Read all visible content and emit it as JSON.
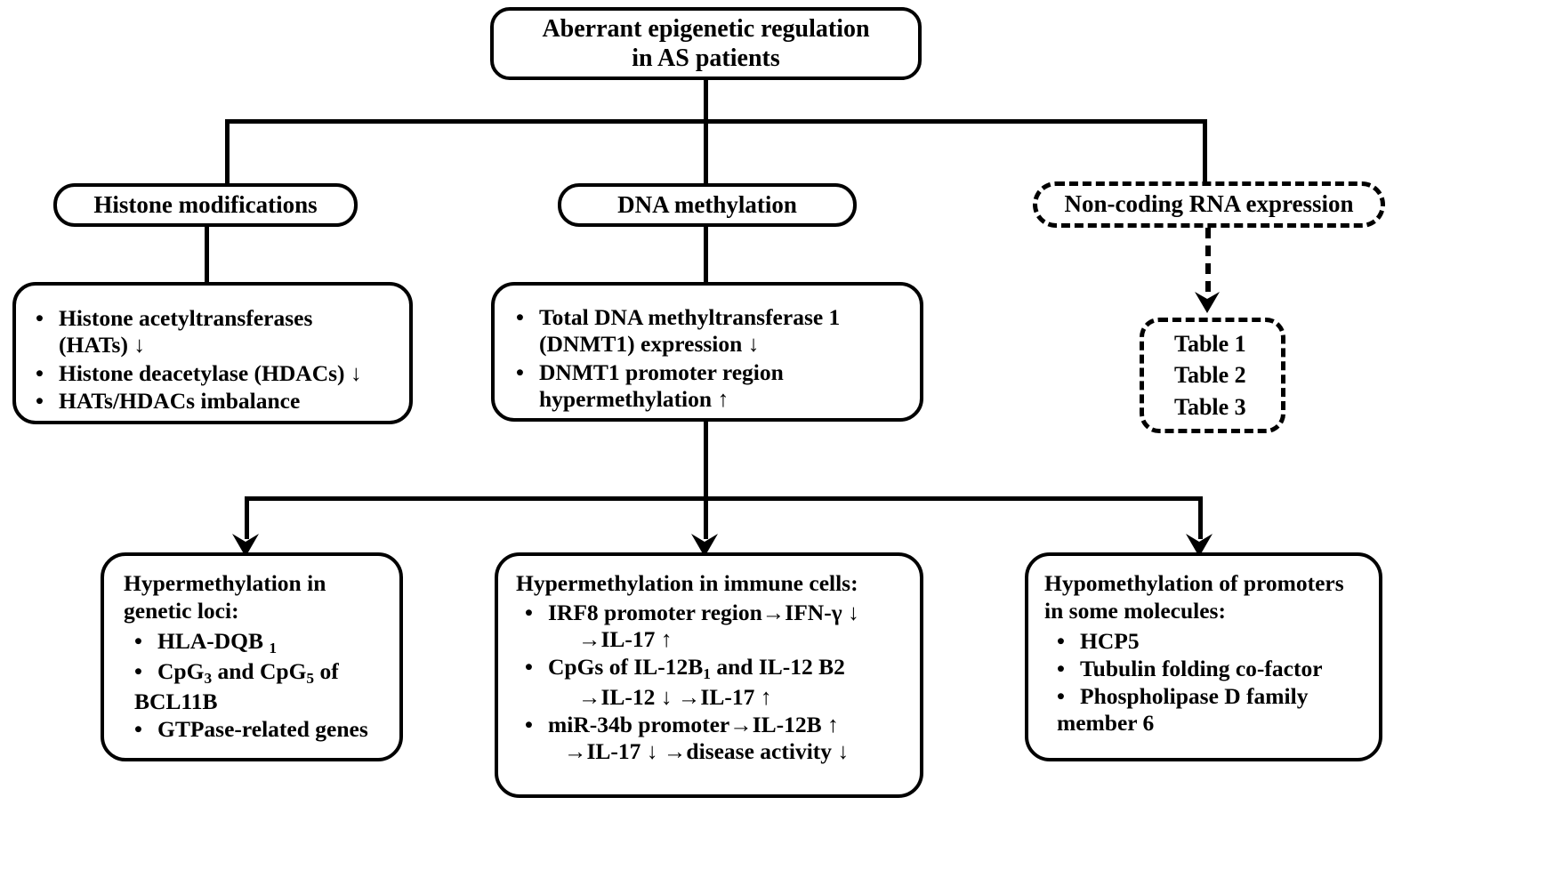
{
  "diagram": {
    "title": "Aberrant epigenetic regulation in AS patients",
    "root": {
      "line1": "Aberrant epigenetic regulation",
      "line2": "in AS patients"
    },
    "branches": {
      "histone": "Histone modifications",
      "dna": "DNA methylation",
      "ncrna": "Non-coding RNA expression"
    },
    "histone_details": {
      "items": [
        "Histone acetyltransferases (HATs) ↓",
        "Histone deacetylase (HDACs) ↓",
        "HATs/HDACs imbalance"
      ],
      "item0_line1": "Histone acetyltransferases",
      "item0_line2": "(HATs) ↓",
      "item1": "Histone deacetylase (HDACs) ↓",
      "item2": "HATs/HDACs imbalance"
    },
    "dna_details": {
      "items": [
        "Total DNA methyltransferase 1 (DNMT1) expression ↓",
        "DNMT1 promoter region hypermethylation ↑"
      ],
      "item0_line1": "Total DNA methyltransferase 1",
      "item0_line2": "(DNMT1) expression ↓",
      "item1_line1": "DNMT1 promoter region",
      "item1_line2": "hypermethylation ↑"
    },
    "tables": {
      "rows": [
        "Table 1",
        "Table 2",
        "Table 3"
      ],
      "row0": "Table 1",
      "row1": "Table 2",
      "row2": "Table 3"
    },
    "genetic_loci": {
      "heading_line1": "Hypermethylation in",
      "heading_line2": "genetic loci:",
      "item0_pre": "HLA-DQB ",
      "item0_sub": "1",
      "item1_pre": "CpG",
      "item1_sub1": "3",
      "item1_mid": " and CpG",
      "item1_sub2": "5",
      "item1_post": " of",
      "item1_cont": "BCL11B",
      "item2": "GTPase-related genes"
    },
    "immune_cells": {
      "heading": "Hypermethylation in immune cells:",
      "item0_pre": "IRF8 promoter region→IFN-γ ↓",
      "item0_cont": "→IL-17 ↑",
      "item1_pre": "CpGs of IL-12B",
      "item1_sub": "1",
      "item1_post": " and IL-12 B2",
      "item1_cont": "→IL-12 ↓ →IL-17 ↑",
      "item2": "miR-34b promoter→IL-12B ↑",
      "item2_cont": "→IL-17 ↓ →disease activity ↓"
    },
    "hypomethylation": {
      "heading_line1": "Hypomethylation of promoters",
      "heading_line2": "in some molecules:",
      "item0": "HCP5",
      "item1": "Tubulin folding co-factor",
      "item2_line1": "Phospholipase D family",
      "item2_line2": "member 6"
    },
    "colors": {
      "stroke": "#000000",
      "background": "#ffffff"
    }
  }
}
